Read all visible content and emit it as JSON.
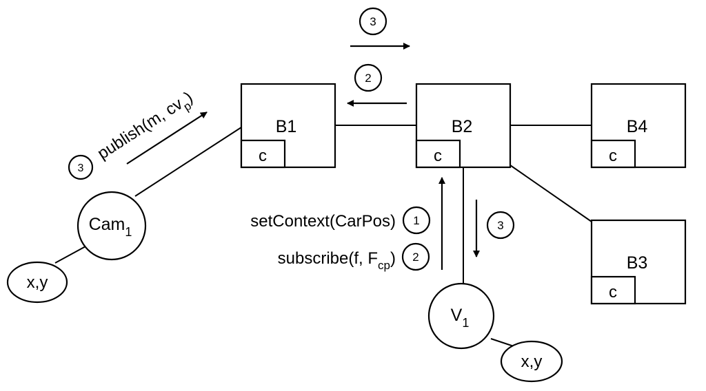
{
  "nodes": {
    "b1": {
      "label": "B1",
      "context_label": "c"
    },
    "b2": {
      "label": "B2",
      "context_label": "c"
    },
    "b3": {
      "label": "B3",
      "context_label": "c"
    },
    "b4": {
      "label": "B4",
      "context_label": "c"
    },
    "cam": {
      "label": "Cam",
      "subscript": "1",
      "attribute": "x,y"
    },
    "vehicle": {
      "label": "V",
      "subscript": "1",
      "attribute": "x,y"
    }
  },
  "messages": {
    "publish": {
      "step": "3",
      "text": "publish(m, cv",
      "subscript": "p",
      "close": ")"
    },
    "b2_to_b1": {
      "step": "2"
    },
    "b1_to_b2": {
      "step": "3"
    },
    "set_context": {
      "text": "setContext(CarPos)",
      "step": "1"
    },
    "subscribe": {
      "text": "subscribe(f, F",
      "subscript": "cp",
      "close": ")",
      "step": "2"
    },
    "b2_to_vehicle": {
      "step": "3"
    }
  }
}
